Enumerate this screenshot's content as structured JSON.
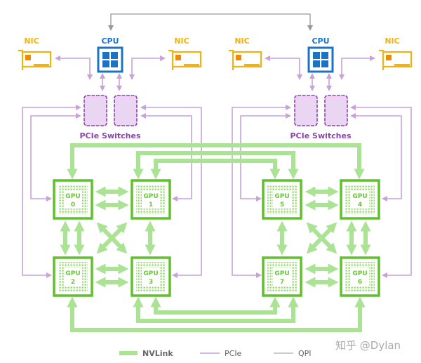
{
  "colors": {
    "nvlink": "#a9e393",
    "gpu_border": "#5fc12b",
    "gpu_dots": "#8fd46a",
    "pcie": "#c8a2d8",
    "switch_fill": "#ead6f2",
    "switch_border": "#8e44ad",
    "qpi": "#aaaaaa",
    "cpu": "#1a73c4",
    "nic": "#f2b20f",
    "nic_chip": "#f08a00"
  },
  "labels": {
    "cpu": "CPU",
    "nic": "NIC",
    "pcie_switches": "PCIe Switches",
    "gpu": "GPU"
  },
  "gpus": [
    "0",
    "1",
    "2",
    "3",
    "5",
    "4",
    "7",
    "6"
  ],
  "legend": {
    "nvlink": "NVLink",
    "pcie": "PCIe",
    "qpi": "QPI"
  },
  "watermark": "知乎 @Dylan"
}
